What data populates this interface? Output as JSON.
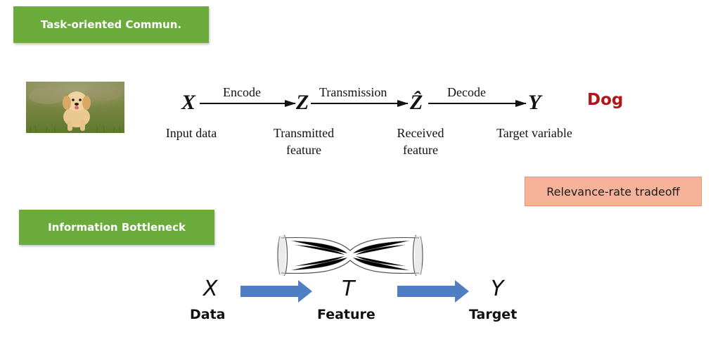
{
  "badges": {
    "task": "Task-oriented Commun.",
    "ib": "Information Bottleneck"
  },
  "pipeline": {
    "vars": {
      "x": "X",
      "z": "Z",
      "zhat": "Ẑ",
      "y": "Y"
    },
    "edges": {
      "encode": "Encode",
      "transmission": "Transmission",
      "decode": "Decode"
    },
    "captions": {
      "input": "Input data",
      "transmitted_1": "Transmitted",
      "transmitted_2": "feature",
      "received_1": "Received",
      "received_2": "feature",
      "target": "Target variable"
    },
    "result": "Dog"
  },
  "tradeoff": "Relevance-rate tradeoff",
  "bottleneck": {
    "vars": {
      "x": "X",
      "t": "T",
      "y": "Y"
    },
    "labels": {
      "data": "Data",
      "feature": "Feature",
      "target": "Target"
    },
    "arrow_color": "#4f7ec2"
  },
  "colors": {
    "badge_green": "#6aab3c",
    "dog_red": "#b01616",
    "tradeoff_bg": "#f7b39a"
  }
}
